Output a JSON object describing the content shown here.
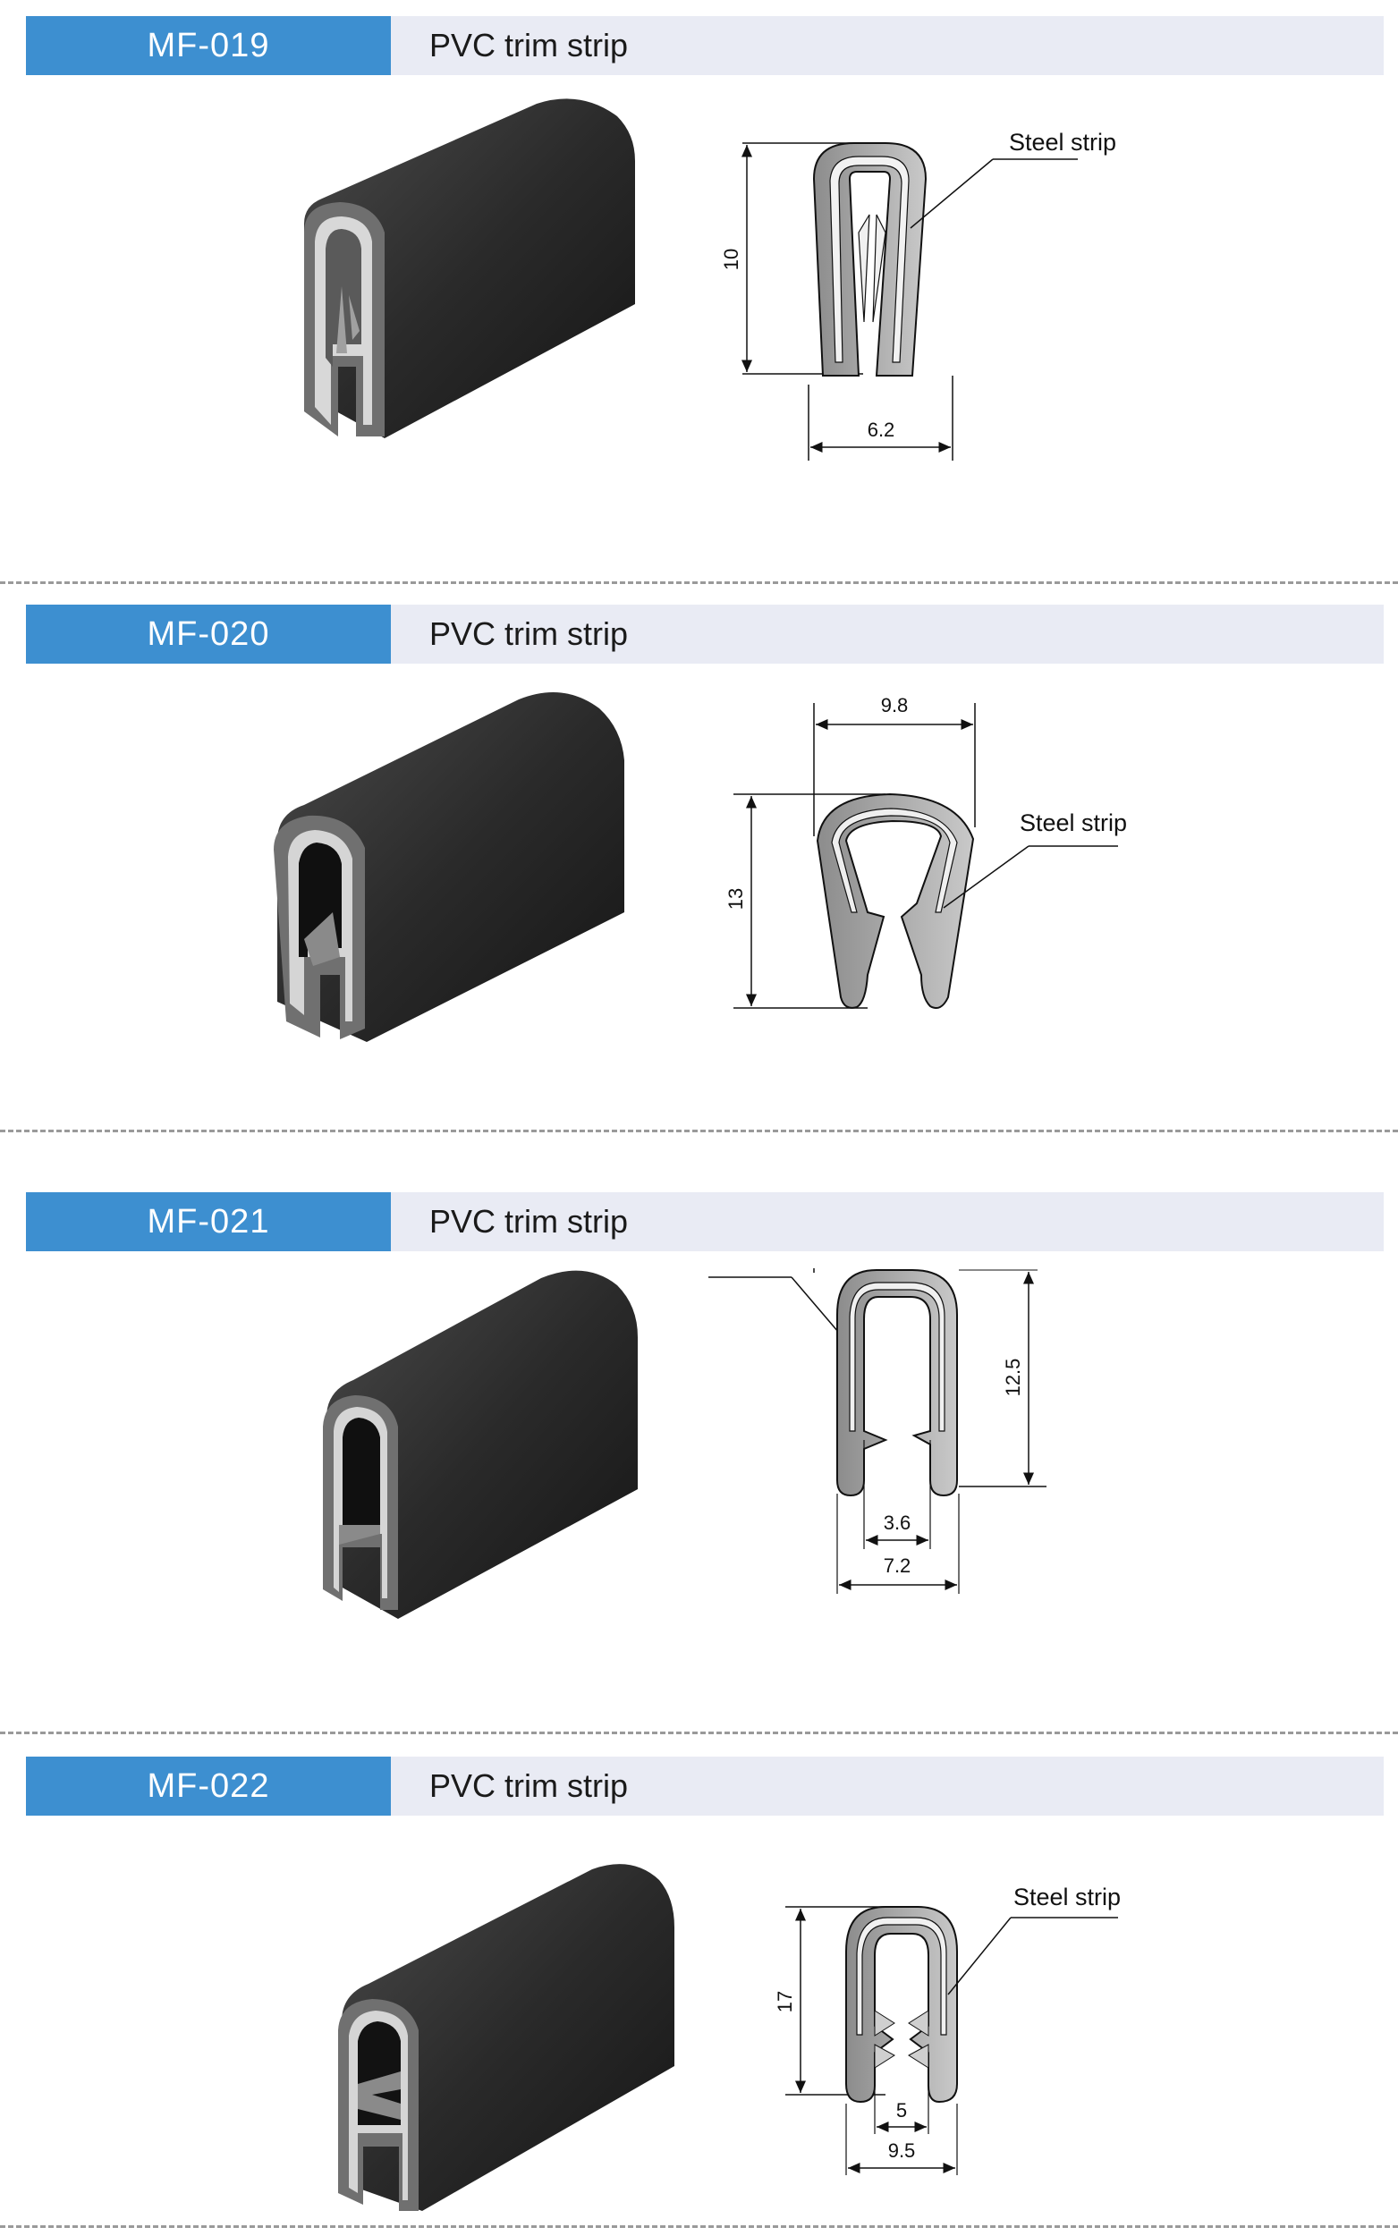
{
  "products": [
    {
      "code": "MF-019",
      "name": "PVC trim strip",
      "dims": [
        "10",
        "6.2"
      ],
      "callout": "Steel strip"
    },
    {
      "code": "MF-020",
      "name": "PVC trim strip",
      "dims": [
        "9.8",
        "13"
      ],
      "callout": "Steel strip"
    },
    {
      "code": "MF-021",
      "name": "PVC trim strip",
      "dims": [
        "12.5",
        "3.6",
        "7.2"
      ],
      "callout": ""
    },
    {
      "code": "MF-022",
      "name": "PVC trim strip",
      "dims": [
        "17",
        "5",
        "9.5"
      ],
      "callout": "Steel strip"
    }
  ],
  "colors": {
    "header_accent": "#3d8fd0",
    "header_bg": "#e9ebf4",
    "strip_black": "#2b2b2b",
    "steel_grey": "#a9a9a9"
  }
}
